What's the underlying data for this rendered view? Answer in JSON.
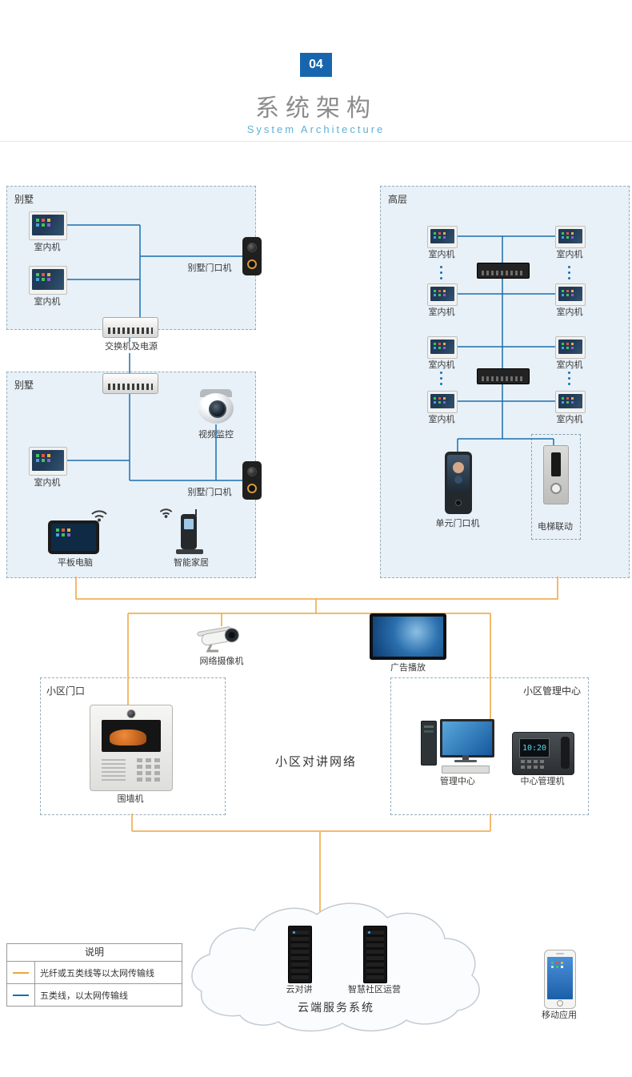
{
  "header": {
    "badge": "04",
    "title": "系统架构",
    "subtitle": "System  Architecture"
  },
  "villa1": {
    "label": "别墅",
    "indoor1": "室内机",
    "indoor2": "室内机",
    "door": "别墅门口机",
    "switch_label": "交换机及电源"
  },
  "villa2": {
    "label": "别墅",
    "cctv": "视频监控",
    "indoor": "室内机",
    "door": "别墅门口机",
    "tablet": "平板电脑",
    "smart_home": "智能家居"
  },
  "highrise": {
    "label": "高层",
    "indoor": "室内机",
    "unit_door": "单元门口机",
    "elevator": "电梯联动"
  },
  "middle": {
    "camera": "网络摄像机",
    "ad_player": "广告播放",
    "network": "小区对讲网络"
  },
  "gate": {
    "label": "小区门口",
    "wall_unit": "围墙机"
  },
  "management": {
    "label": "小区管理中心",
    "center": "管理中心",
    "central_unit": "中心管理机",
    "phone_time": "10:20"
  },
  "cloud": {
    "server1": "云对讲",
    "server2": "智慧社区运营",
    "title": "云端服务系统"
  },
  "legend": {
    "title": "说明",
    "fiber": "光纤或五类线等以太网传输线",
    "cat5": "五类线，以太网传输线"
  },
  "mobile_app": "移动应用",
  "colors": {
    "fiber_line": "#f0a43c",
    "cat5_line": "#1a6fad",
    "badge_blue": "#1766ad",
    "subtitle_blue": "#5fb0d6",
    "zone_bg": "#e8f1f8"
  }
}
